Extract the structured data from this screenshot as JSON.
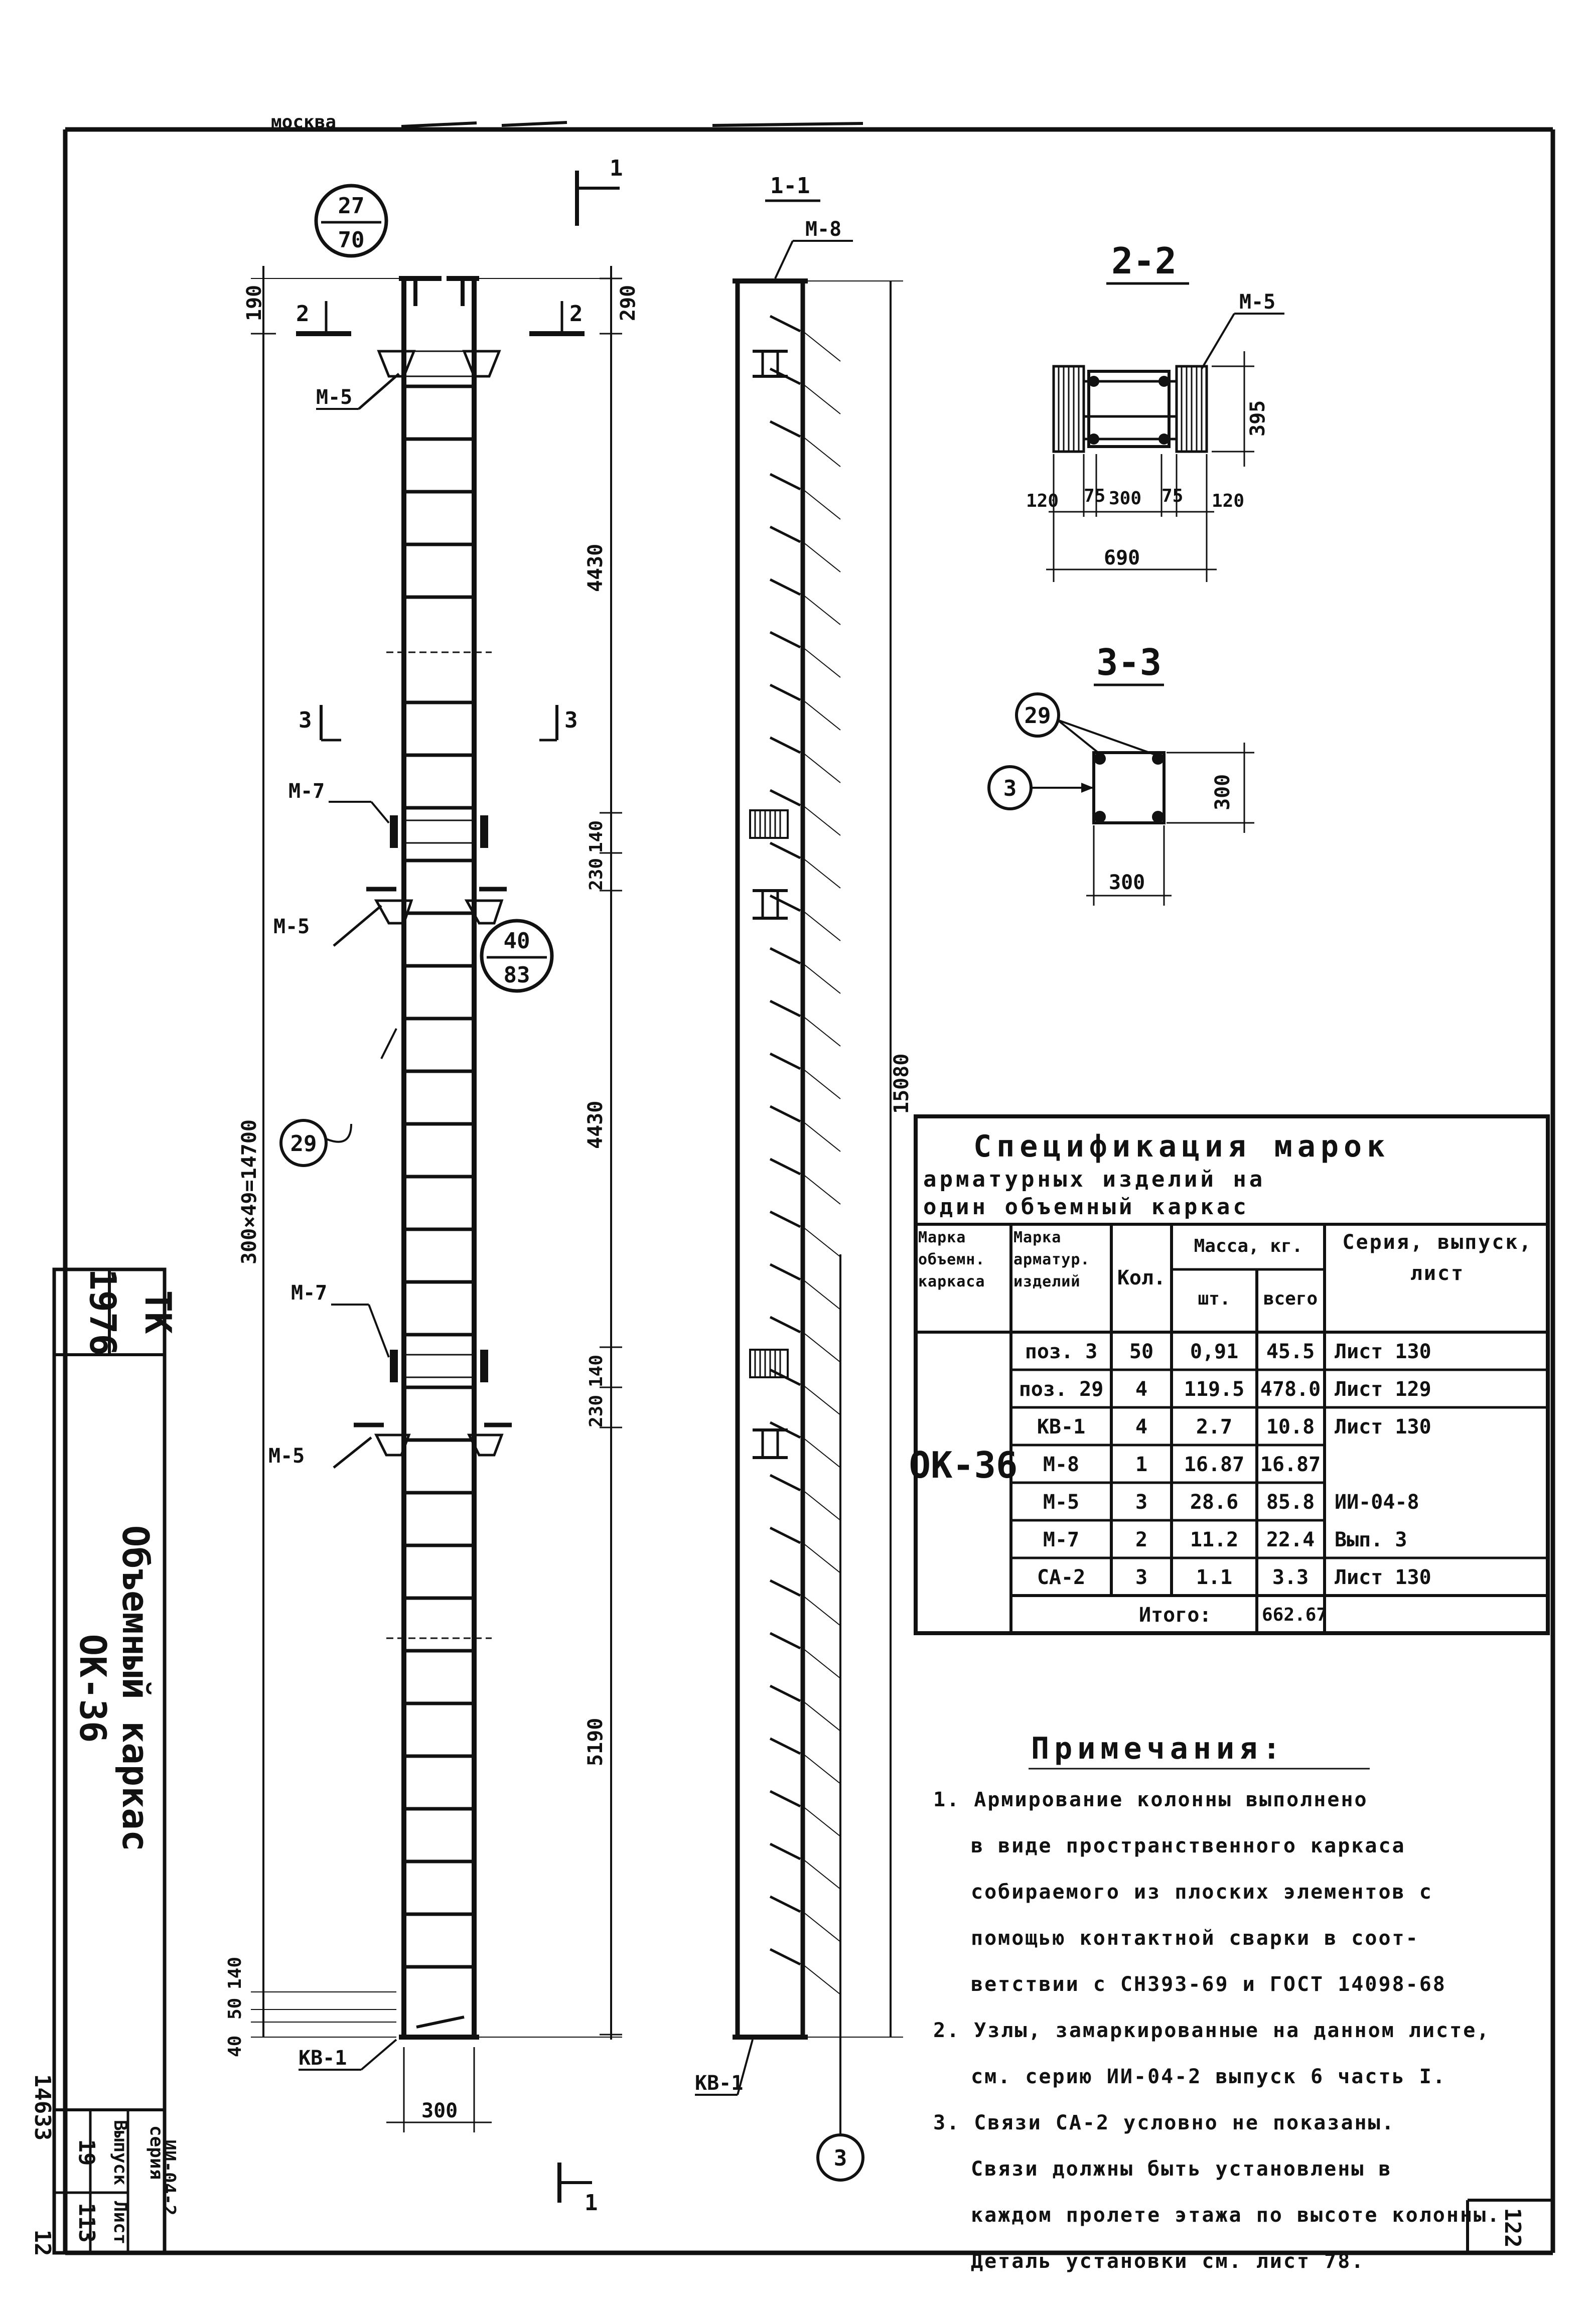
{
  "header_strip": "москва",
  "title_block": {
    "org": "ТК",
    "year": "1976",
    "title_line1": "Объемный каркас",
    "title_line2": "ОК-36",
    "series_label": "серия",
    "series_value": "ИИ-04-2",
    "issue_label": "Выпуск",
    "issue_value": "19",
    "sheet_label": "Лист",
    "sheet_value": "113",
    "archive_no": "14633",
    "corner_mark": "12"
  },
  "drawing": {
    "circle_top_num": "27",
    "circle_top_den": "70",
    "circle_mid_num": "40",
    "circle_mid_den": "83",
    "section_1": "1",
    "section_1_1": "1-1",
    "section_2": "2",
    "section_3": "3",
    "m5": "М-5",
    "m7": "М-7",
    "m8": "М-8",
    "kv1": "КВ-1",
    "pos29": "29",
    "pos3": "3",
    "dim_190": "190",
    "dim_290": "290",
    "dim_4430": "4430",
    "dim_140": "140",
    "dim_230": "230",
    "dim_5190": "5190",
    "dim_40": "40",
    "dim_50": "50",
    "dim_300": "300",
    "dim_total": "300×49=14700",
    "dim_15080": "15080"
  },
  "section_2_2": {
    "title": "2-2",
    "m5": "М-5",
    "dim_395": "395",
    "dim_120": "120",
    "dim_75": "75",
    "dim_300": "300",
    "dim_690": "690"
  },
  "section_3_3": {
    "title": "3-3",
    "pos29": "29",
    "pos3": "3",
    "dim_300v": "300",
    "dim_300h": "300"
  },
  "spec": {
    "title1": "Спецификация марок",
    "title2": "арматурных изделий на",
    "title3": "один объемный каркас",
    "col_mark": "Марка объемн. каркаса",
    "col_item": "Марка арматур. изделий",
    "col_qty": "Кол.",
    "col_mass": "Масса, кг.",
    "col_unit": "шт.",
    "col_total": "всего",
    "col_series": "Серия, выпуск, лист",
    "frame_mark": "ОК-36",
    "rows": [
      {
        "item": "поз. 3",
        "qty": "50",
        "unit": "0,91",
        "total": "45.5",
        "series": "Лист 130"
      },
      {
        "item": "поз. 29",
        "qty": "4",
        "unit": "119.5",
        "total": "478.0",
        "series": "Лист 129"
      },
      {
        "item": "КВ-1",
        "qty": "4",
        "unit": "2.7",
        "total": "10.8",
        "series": "Лист 130"
      },
      {
        "item": "М-8",
        "qty": "1",
        "unit": "16.87",
        "total": "16.87",
        "series": ""
      },
      {
        "item": "М-5",
        "qty": "3",
        "unit": "28.6",
        "total": "85.8",
        "series": "ИИ-04-8"
      },
      {
        "item": "М-7",
        "qty": "2",
        "unit": "11.2",
        "total": "22.4",
        "series": "Вып. 3"
      },
      {
        "item": "СА-2",
        "qty": "3",
        "unit": "1.1",
        "total": "3.3",
        "series": "Лист 130"
      }
    ],
    "total_label": "Итого:",
    "total_value": "662.67"
  },
  "notes": {
    "title": "Примечания:",
    "lines": [
      "1. Армирование колонны выполнено",
      "в виде пространственного каркаса",
      "собираемого из плоских элементов с",
      "помощью контактной сварки в соот-",
      "ветствии с СН393-69 и ГОСТ 14098-68",
      "2. Узлы, замаркированные на данном листе,",
      "см. серию ИИ-04-2 выпуск 6 часть I.",
      "3. Связи СА-2 условно не показаны.",
      "Связи должны быть установлены в",
      "каждом пролете этажа по высоте колонны.",
      "Деталь установки см. лист 78."
    ]
  },
  "page_no": "122"
}
